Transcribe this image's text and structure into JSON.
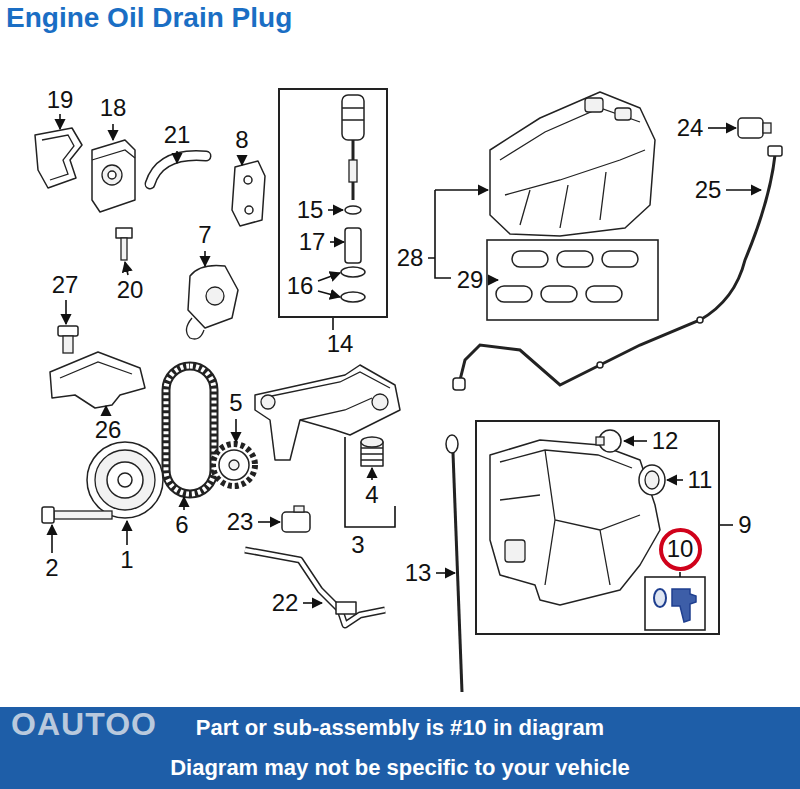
{
  "diagram": {
    "title": "Engine Oil Drain Plug",
    "nodes": [
      {
        "text": [
          "15",
          "17",
          "16"
        ]
      },
      {
        "text": [
          "12",
          "11"
        ]
      },
      {
        "text": [
          "10"
        ],
        "in": 1
      },
      {
        "text": [
          "Part or sub-assembly is #10 in diagram",
          "Diagram may not be specific to your vehicle"
        ]
      }
    ],
    "labels": [
      "19",
      "18",
      "21",
      "8",
      "7",
      "20",
      "27",
      "26",
      "5",
      "4",
      "3",
      "2",
      "1",
      "6",
      "23",
      "22",
      "13",
      "24",
      "25",
      "28",
      "29",
      "9",
      "14",
      "OAUTOO"
    ]
  }
}
